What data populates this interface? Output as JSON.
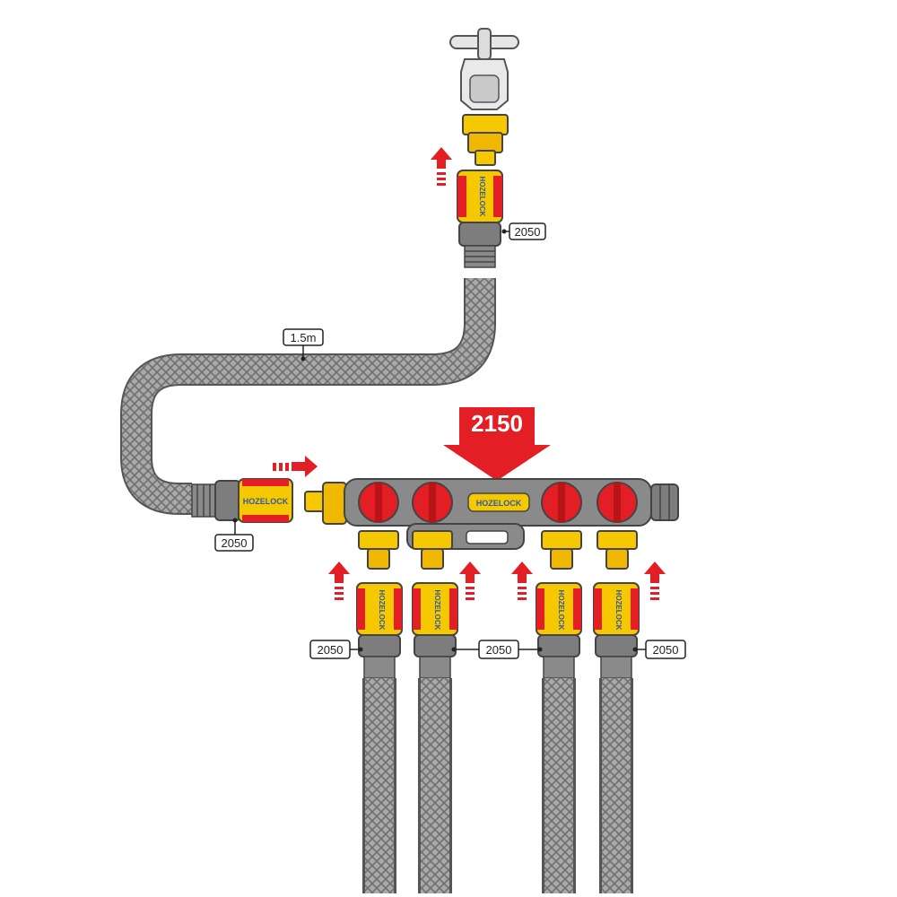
{
  "labels": {
    "tap_connector_part": "2050",
    "hose_length": "1.5m",
    "main_connector_part": "2050",
    "manifold_part": "2150",
    "outlet_1_part": "2050",
    "outlet_2_part": "2050",
    "outlet_3_part": "2050"
  },
  "brand": "HOZELOCK",
  "colors": {
    "accent_red": "#e31e24",
    "connector_yellow": "#f6c800",
    "body_grey": "#8a8a8a",
    "hose_grey": "#9a9a9a",
    "brand_blue": "#2a5aa8"
  }
}
